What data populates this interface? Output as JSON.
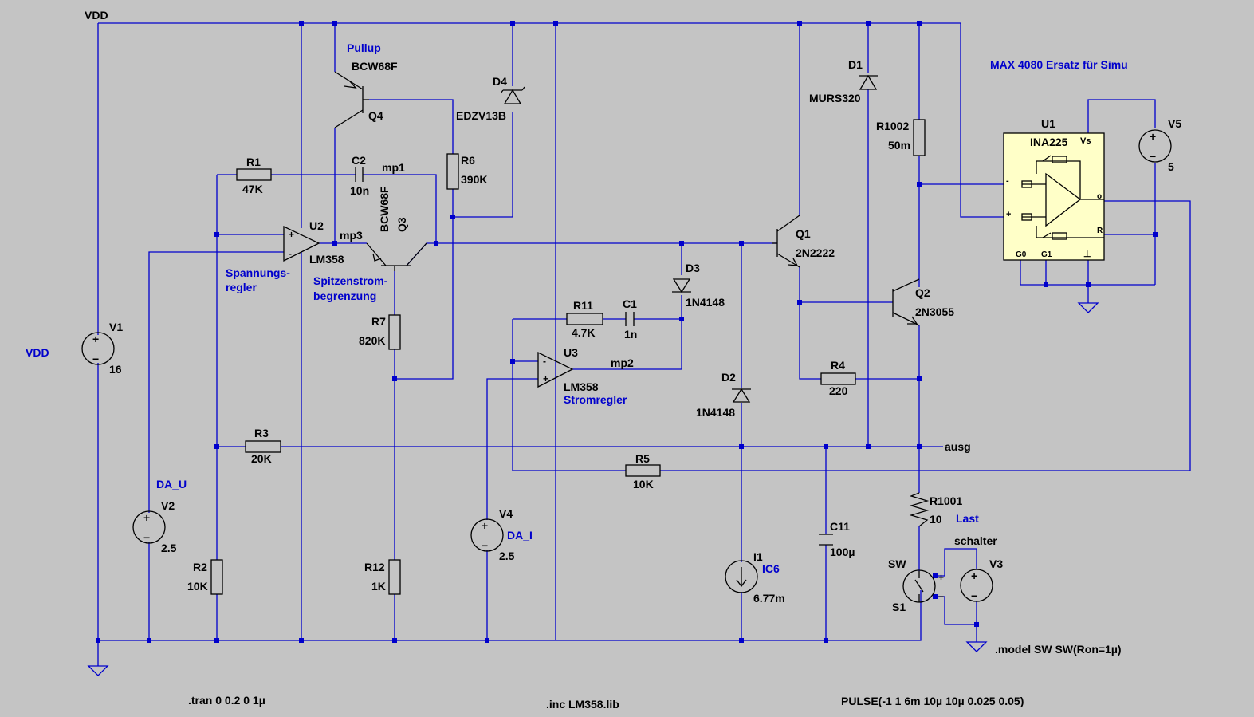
{
  "labels": {
    "vdd_net": "VDD",
    "vdd_side": "VDD",
    "pullup": "Pullup",
    "q4_model": "BCW68F",
    "q4_name": "Q4",
    "d4_name": "D4",
    "d4_model": "EDZV13B",
    "r6_name": "R6",
    "r6_val": "390K",
    "r1_name": "R1",
    "r1_val": "47K",
    "c2_name": "C2",
    "c2_val": "10n",
    "mp1": "mp1",
    "q3_model": "BCW68F",
    "q3_name": "Q3",
    "u2_name": "U2",
    "u2_model": "LM358",
    "mp3": "mp3",
    "spannungs1": "Spannungs-",
    "spannungs2": "regler",
    "spitzen1": "Spitzenstrom-",
    "spitzen2": "begrenzung",
    "r7_name": "R7",
    "r7_val": "820K",
    "v1_name": "V1",
    "v1_val": "16",
    "r11_name": "R11",
    "r11_val": "4.7K",
    "c1_name": "C1",
    "c1_val": "1n",
    "d3_name": "D3",
    "d3_model": "1N4148",
    "u3_name": "U3",
    "u3_model": "LM358",
    "mp2": "mp2",
    "stromregler": "Stromregler",
    "d2_name": "D2",
    "d2_model": "1N4148",
    "r3_name": "R3",
    "r3_val": "20K",
    "r5_name": "R5",
    "r5_val": "10K",
    "ausg": "ausg",
    "da_u": "DA_U",
    "v2_name": "V2",
    "v2_val": "2.5",
    "r2_name": "R2",
    "r2_val": "10K",
    "r12_name": "R12",
    "r12_val": "1K",
    "v4_name": "V4",
    "da_i": "DA_I",
    "v4_val": "2.5",
    "c11_name": "C11",
    "c11_val": "100µ",
    "i1_name": "I1",
    "ic6": "IC6",
    "i1_val": "6.77m",
    "d1_name": "D1",
    "d1_model": "MURS320",
    "r1002_name": "R1002",
    "r1002_val": "50m",
    "q1_name": "Q1",
    "q1_model": "2N2222",
    "q2_name": "Q2",
    "q2_model": "2N3055",
    "r4_name": "R4",
    "r4_val": "220",
    "r1001_name": "R1001",
    "r1001_val": "10",
    "last": "Last",
    "schalter": "schalter",
    "sw_name": "SW",
    "s1_name": "S1",
    "v3_name": "V3",
    "max_title": "MAX 4080 Ersatz für Simu",
    "u1_name": "U1",
    "u1_model": "INA225",
    "u1_vs": "Vs",
    "u1_g0": "G0",
    "u1_g1": "G1",
    "u1_r": "R",
    "u1_out": "o",
    "u1_minus": "-",
    "u1_plus": "+",
    "u1_gnd": "⊥",
    "v5_name": "V5",
    "v5_val": "5",
    "v1_plus": "+",
    "v1_minus": "−",
    "v2_plus": "+",
    "v2_minus": "−",
    "v3_plus": "+",
    "v3_minus": "−",
    "v4_plus": "+",
    "v4_minus": "−",
    "v5_plus": "+",
    "v5_minus": "−",
    "u2_plus": "+",
    "u2_minus": "-",
    "u3_plus": "+",
    "u3_minus": "-",
    "sw_plus": "+",
    "sw_minus": "−",
    "model_sw": ".model SW SW(Ron=1µ)",
    "tran": ".tran 0 0.2 0 1µ",
    "inc": ".inc LM358.lib",
    "pulse": "PULSE(-1 1 6m 10µ 10µ 0.025 0.05)"
  }
}
